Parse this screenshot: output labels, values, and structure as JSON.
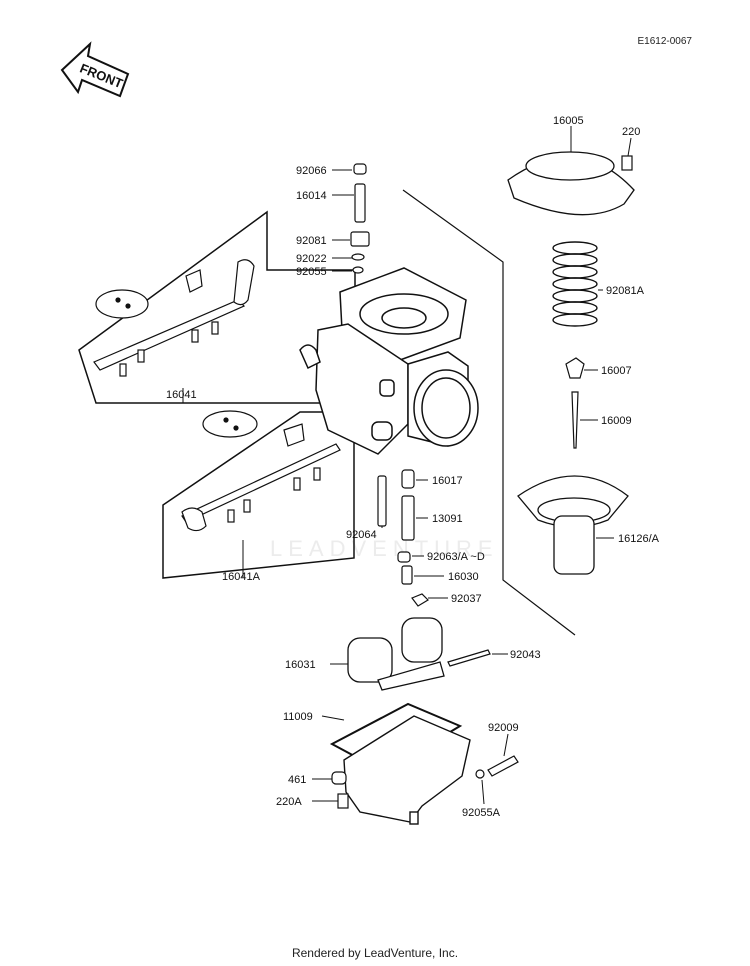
{
  "diagram_code": "E1612-0067",
  "front_label": "FRONT",
  "watermark": "LEADVENTURE",
  "footer": "Rendered by LeadVenture, Inc.",
  "parts": {
    "p16005": "16005",
    "p220": "220",
    "p92066": "92066",
    "p16014": "16014",
    "p92081": "92081",
    "p92022": "92022",
    "p92055": "92055",
    "p92081A": "92081A",
    "p16007": "16007",
    "p16009": "16009",
    "p16041": "16041",
    "p16017": "16017",
    "p13091": "13091",
    "p92064": "92064",
    "p92063": "92063/A ~D",
    "p16030": "16030",
    "p92037": "92037",
    "p16126": "16126/A",
    "p16041A": "16041A",
    "p16031": "16031",
    "p92043": "92043",
    "p11009": "11009",
    "p92009": "92009",
    "p461": "461",
    "p220A": "220A",
    "p92055A": "92055A"
  }
}
